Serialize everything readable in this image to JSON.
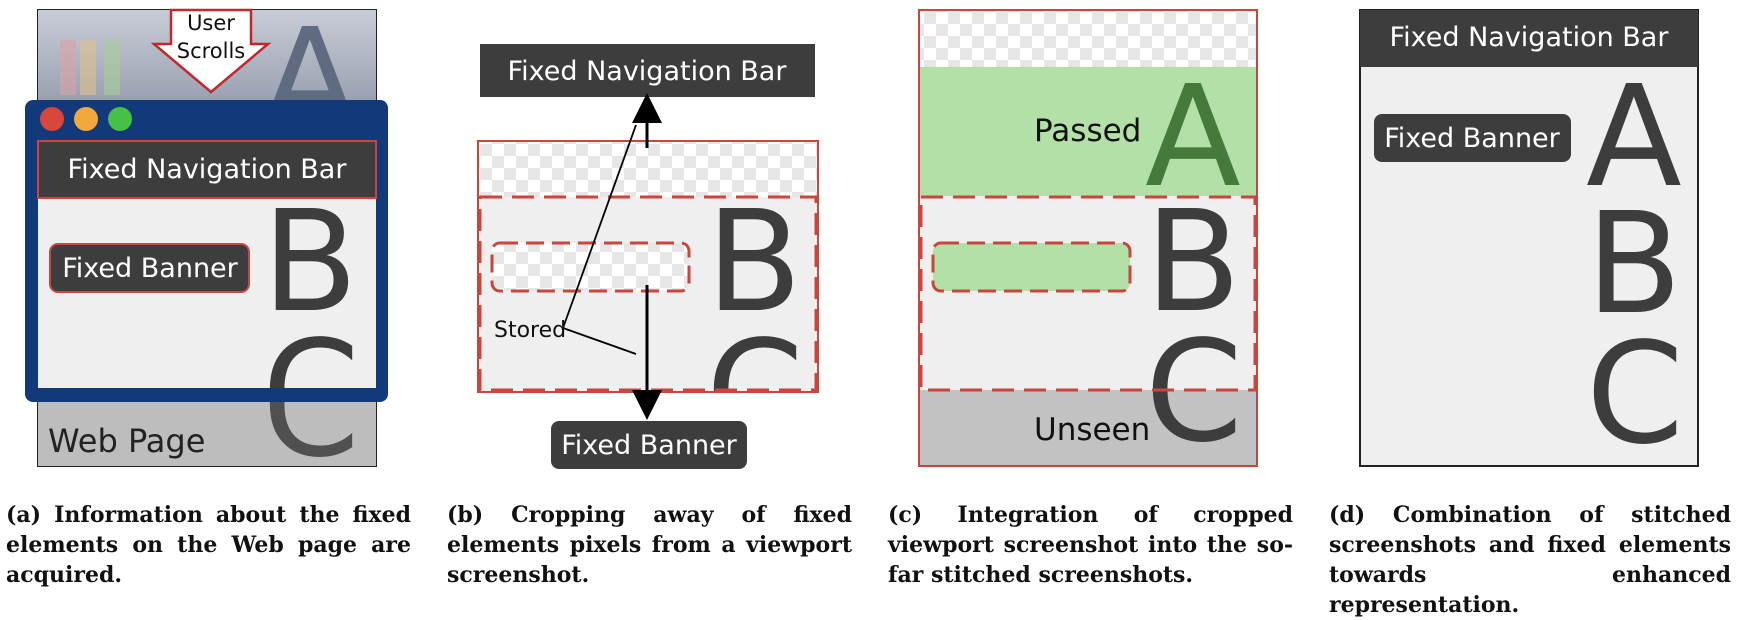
{
  "panels": {
    "a": {
      "scroll_label_1": "User",
      "scroll_label_2": "Scrolls",
      "nav_bar": "Fixed Navigation Bar",
      "banner": "Fixed Banner",
      "letter_a": "A",
      "letter_b": "B",
      "letter_c": "C",
      "page_label": "Web Page"
    },
    "b": {
      "nav_bar": "Fixed Navigation Bar",
      "banner": "Fixed Banner",
      "stored": "Stored",
      "letter_b": "B",
      "letter_c": "C"
    },
    "c": {
      "passed": "Passed",
      "unseen": "Unseen",
      "letter_a": "A",
      "letter_b": "B",
      "letter_c": "C"
    },
    "d": {
      "nav_bar": "Fixed Navigation Bar",
      "banner": "Fixed Banner",
      "letter_a": "A",
      "letter_b": "B",
      "letter_c": "C"
    }
  },
  "captions": {
    "a": "(a) Information about the fixed elements on the Web page are acquired.",
    "b": "(b) Cropping away of fixed elements pixels from a viewport screenshot.",
    "c": "(c) Integration of cropped viewport screenshot into the so-far stitched screenshots.",
    "d": "(d) Combination of stitched screenshots and fixed elements towards enhanced representation."
  },
  "colors": {
    "dark": "#3d3d3d",
    "page_bg": "#efefef",
    "browser_frame": "#123a7a",
    "red_accent": "#c9463d",
    "passed_green": "#b2e0a7",
    "passed_letter": "#467a3a",
    "unseen_gray": "#c2c2c2"
  }
}
